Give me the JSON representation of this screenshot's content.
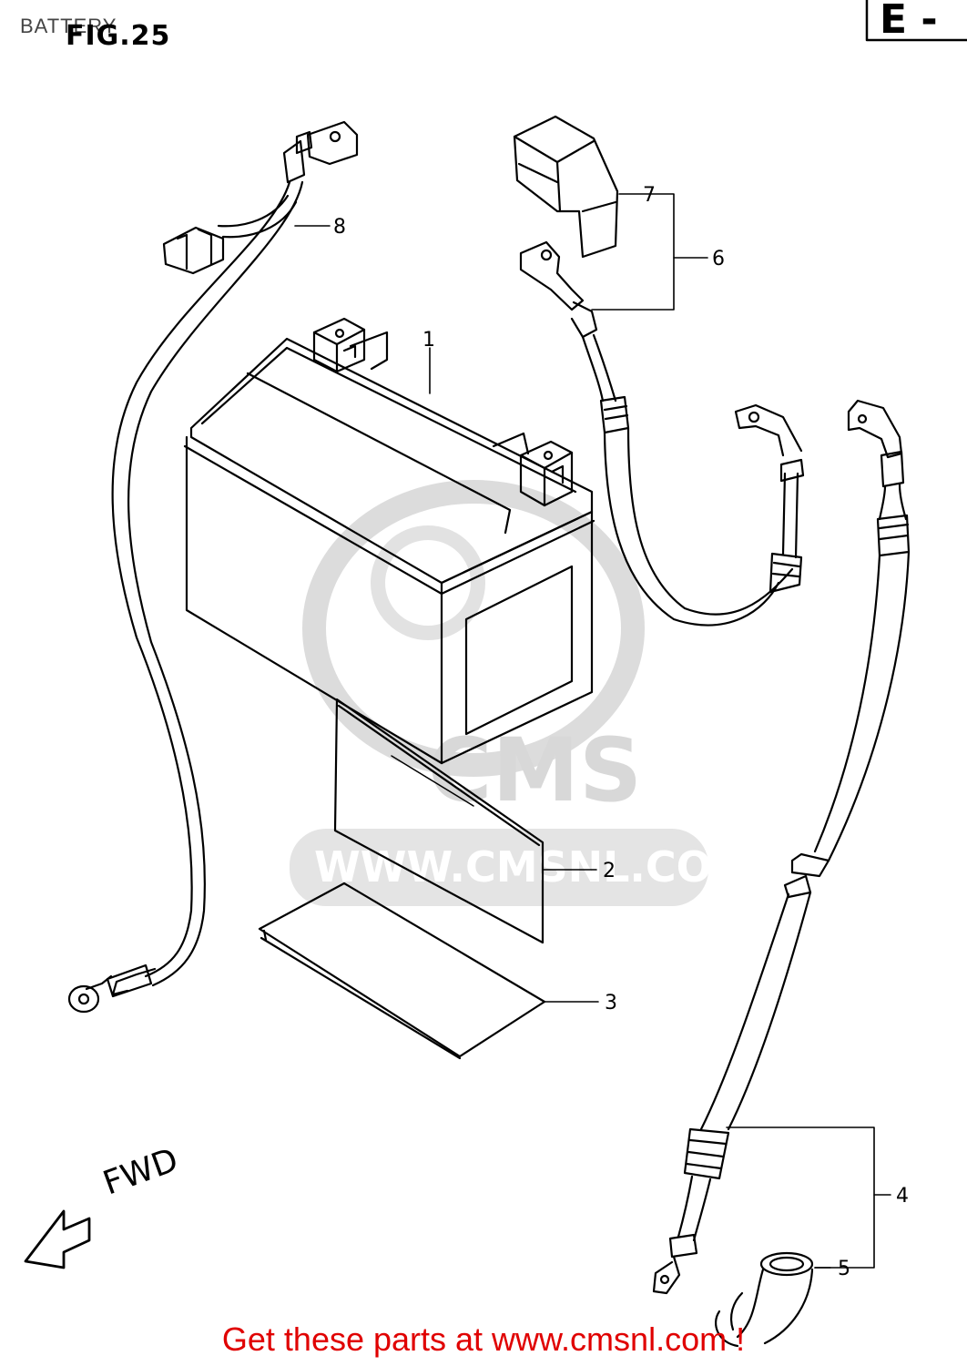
{
  "header": {
    "caption": "BATTERY",
    "figure": "FIG.25",
    "section": "E -"
  },
  "watermark": {
    "brand": "CMS",
    "url": "WWW.CMSNL.COM"
  },
  "direction_label": "FWD",
  "callouts": [
    "1",
    "2",
    "3",
    "4",
    "5",
    "6",
    "7",
    "8"
  ],
  "footer": {
    "text": "Get these parts at www.cmsnl.com !"
  }
}
